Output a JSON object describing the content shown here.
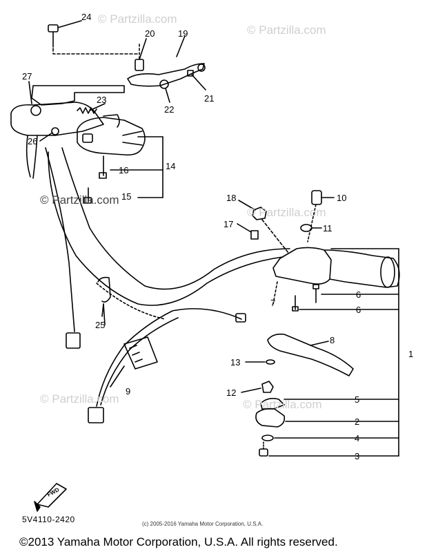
{
  "watermark": "© Partzilla.com",
  "part_number": "5V4110-2420",
  "inner_copyright": "(c) 2005-2016 Yamaha Motor Corporation, U.S.A.",
  "footer": "©2013 Yamaha Motor Corporation, U.S.A. All rights reserved.",
  "fwd_label": "FWD",
  "callouts": {
    "c1": "1",
    "c2": "2",
    "c3": "3",
    "c4": "4",
    "c5": "5",
    "c6a": "6",
    "c6b": "6",
    "c7": "7",
    "c8": "8",
    "c9": "9",
    "c10": "10",
    "c11": "11",
    "c12": "12",
    "c13": "13",
    "c14": "14",
    "c15": "15",
    "c16": "16",
    "c17": "17",
    "c18": "18",
    "c19": "19",
    "c20": "20",
    "c21": "21",
    "c22": "22",
    "c23": "23",
    "c24": "24",
    "c25": "25",
    "c26": "26",
    "c27": "27"
  }
}
